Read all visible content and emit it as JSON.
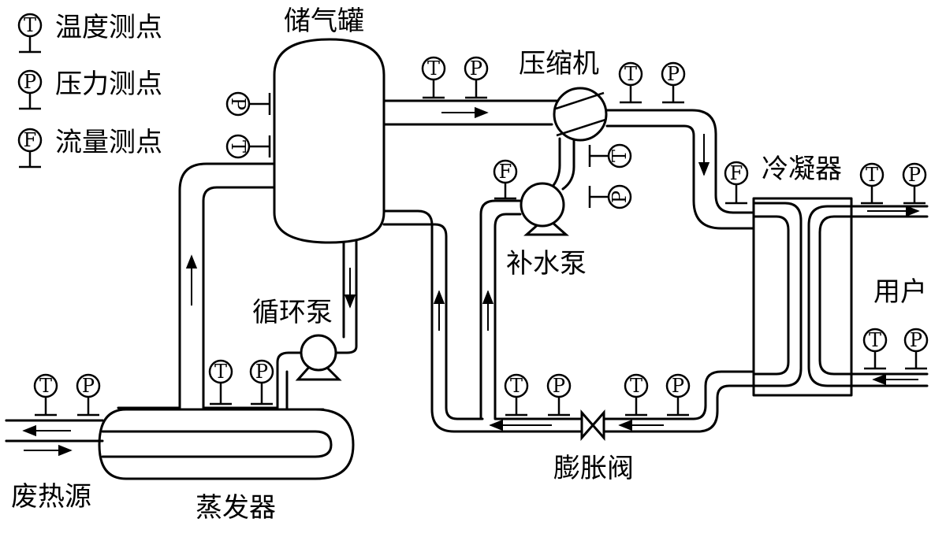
{
  "legend": [
    {
      "symbol": "T",
      "label": "温度测点"
    },
    {
      "symbol": "P",
      "label": "压力测点"
    },
    {
      "symbol": "F",
      "label": "流量测点"
    }
  ],
  "components": {
    "tank": "储气罐",
    "compressor": "压缩机",
    "condenser": "冷凝器",
    "makeup_pump": "补水泵",
    "user": "用户",
    "circ_pump": "循环泵",
    "expansion_valve": "膨胀阀",
    "waste_heat": "废热源",
    "evaporator": "蒸发器"
  },
  "symbols": {
    "T": "T",
    "P": "P",
    "F": "F"
  }
}
